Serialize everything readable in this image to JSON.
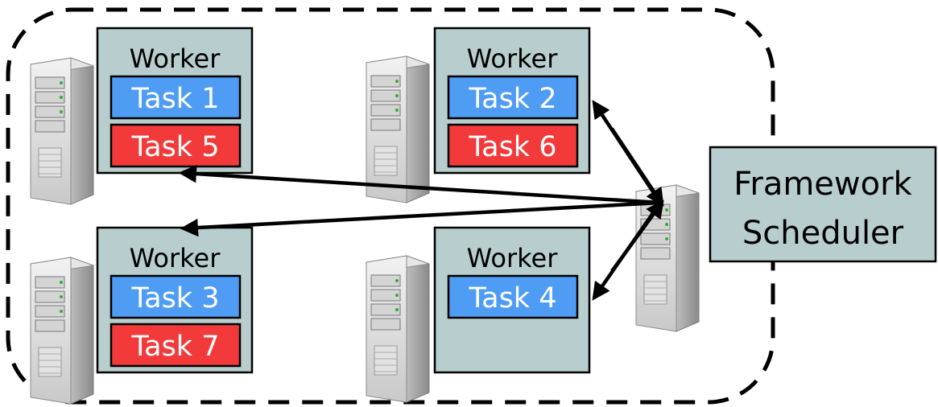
{
  "colors": {
    "worker_fill": "#b8cece",
    "task_blue": "#4f9cf5",
    "task_red": "#f23a3a",
    "scheduler_fill": "#b8cece",
    "border": "#000000"
  },
  "workers": [
    {
      "label": "Worker",
      "tasks": [
        {
          "label": "Task 1",
          "kind": "blue"
        },
        {
          "label": "Task 5",
          "kind": "red"
        }
      ]
    },
    {
      "label": "Worker",
      "tasks": [
        {
          "label": "Task 2",
          "kind": "blue"
        },
        {
          "label": "Task 6",
          "kind": "red"
        }
      ]
    },
    {
      "label": "Worker",
      "tasks": [
        {
          "label": "Task 3",
          "kind": "blue"
        },
        {
          "label": "Task 7",
          "kind": "red"
        }
      ]
    },
    {
      "label": "Worker",
      "tasks": [
        {
          "label": "Task 4",
          "kind": "blue"
        }
      ]
    }
  ],
  "scheduler": {
    "line1": "Framework",
    "line2": "Scheduler"
  },
  "icons": {
    "server": "server-tower-icon"
  }
}
